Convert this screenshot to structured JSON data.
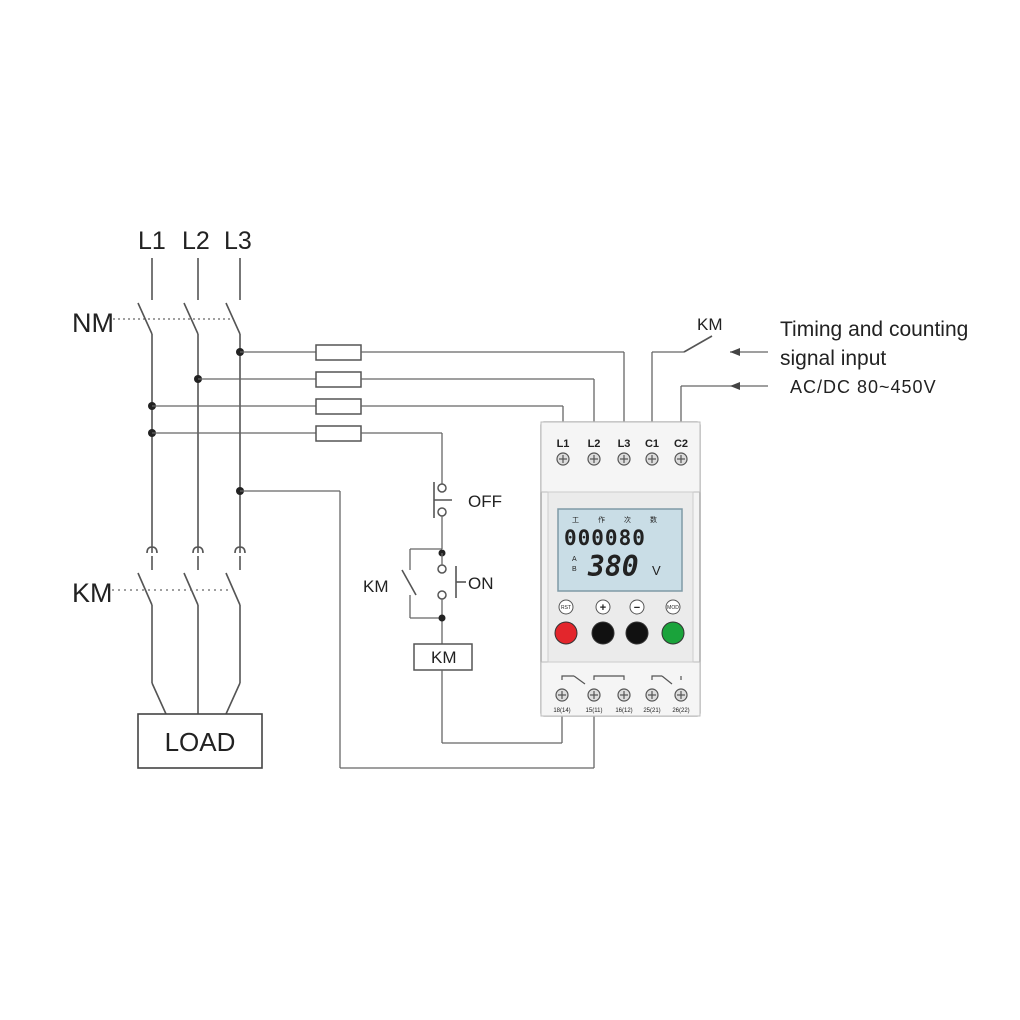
{
  "diagram": {
    "phases": [
      "L1",
      "L2",
      "L3"
    ],
    "nm_label": "NM",
    "km_label": "KM",
    "load_label": "LOAD",
    "off_label": "OFF",
    "on_label": "ON",
    "km_coil_label": "KM",
    "km_aux_label": "KM",
    "km_signal_label": "KM",
    "signal_text_line1": "Timing and counting",
    "signal_text_line2": "signal input",
    "signal_text_line3": "AC/DC 80~450V"
  },
  "device": {
    "top_terminals": [
      "L1",
      "L2",
      "L3",
      "C1",
      "C2"
    ],
    "lcd": {
      "header": [
        "工",
        "作",
        "次",
        "数"
      ],
      "counter": "000080",
      "voltage": "380",
      "unit": "V",
      "side_letters": [
        "A",
        "B"
      ]
    },
    "button_icons": [
      "RST",
      "+",
      "−",
      "MOD"
    ],
    "button_colors": [
      "#e3262c",
      "#111111",
      "#111111",
      "#1aa33b"
    ],
    "bottom_terminals": [
      "18(14)",
      "15(11)",
      "16(12)",
      "25(21)",
      "26(22)"
    ]
  }
}
